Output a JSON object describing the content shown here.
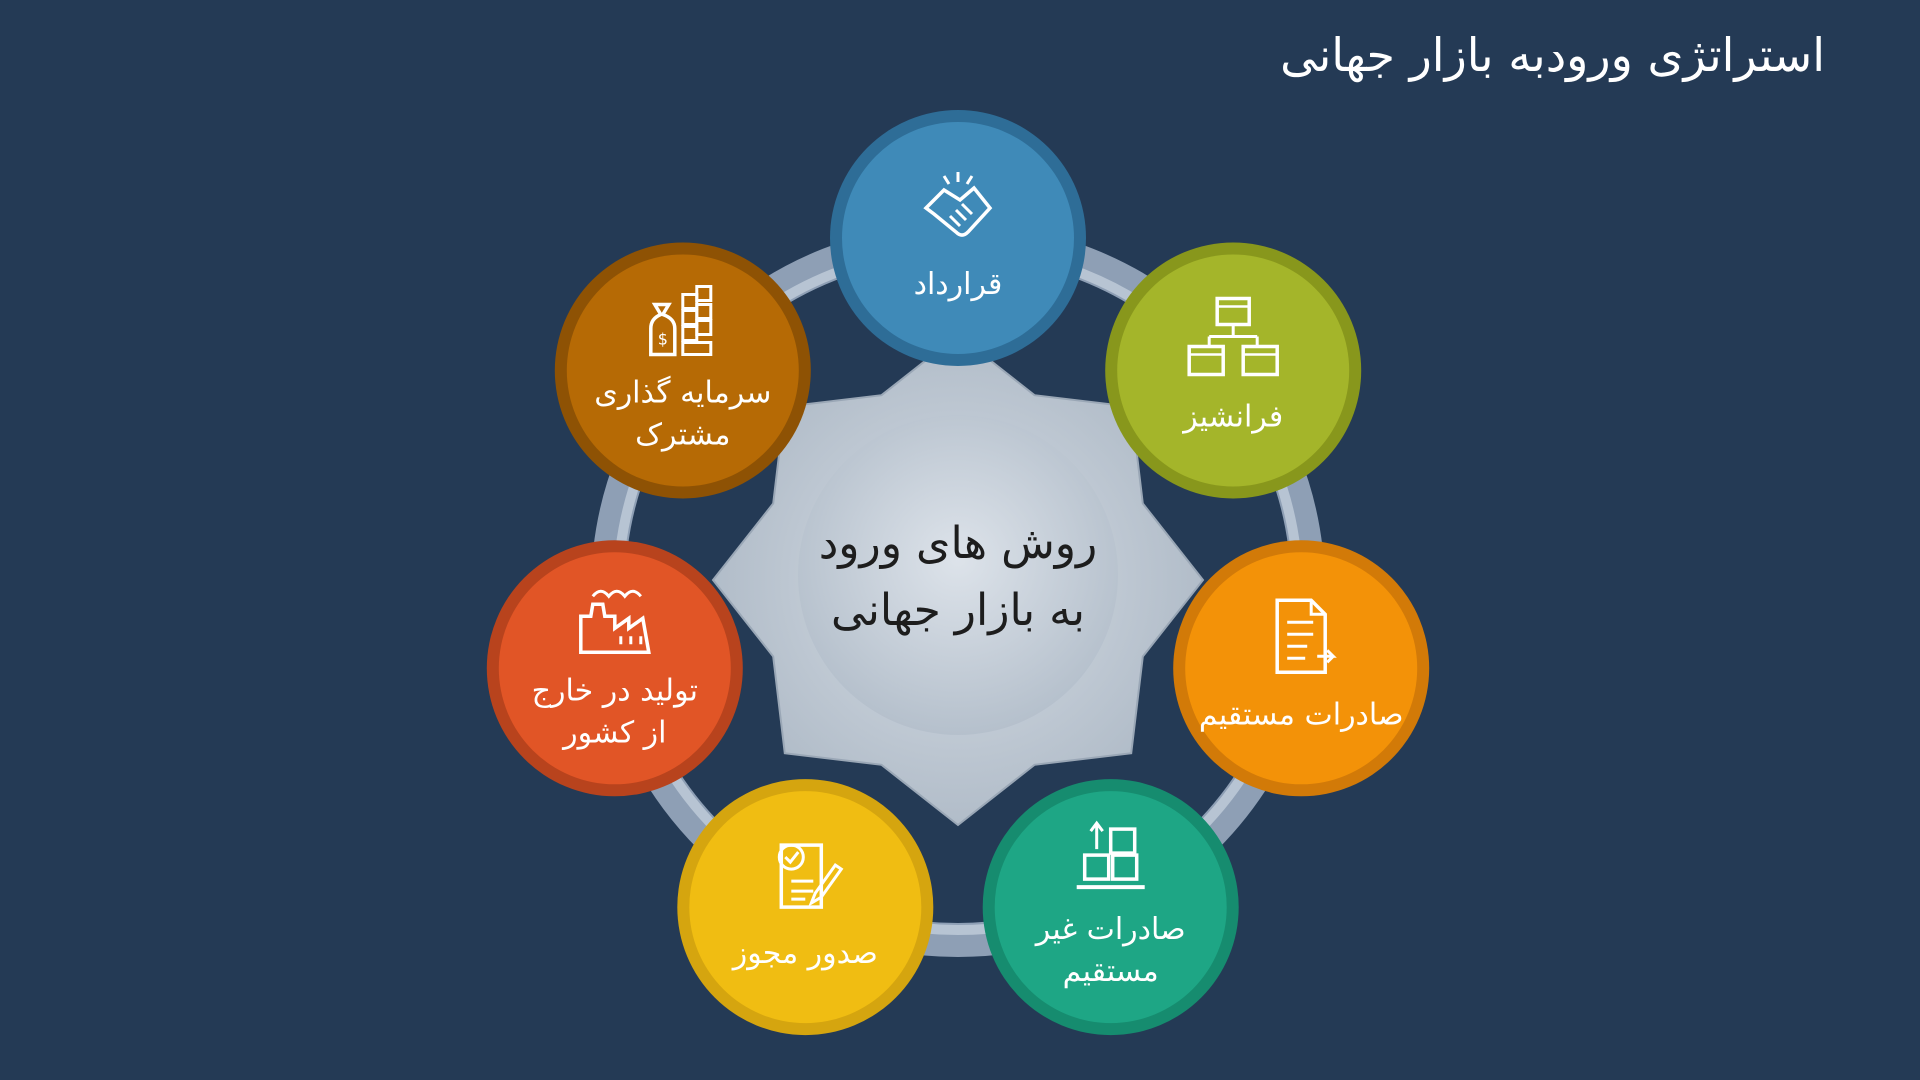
{
  "title": "استراتژی ورودبه بازار جهانی",
  "center": {
    "lines": [
      "روش های ورود",
      "به بازار جهانی"
    ]
  },
  "nodes": [
    {
      "id": "contract",
      "lines": [
        "قرارداد"
      ],
      "icon": "handshake-icon",
      "color": "#3f8ab8",
      "ring": "#2e6d97"
    },
    {
      "id": "franchise",
      "lines": [
        "فرانشیز"
      ],
      "icon": "franchise-stores-icon",
      "color": "#a4b52a",
      "ring": "#88971c"
    },
    {
      "id": "direct-export",
      "lines": [
        "صادرات مستقیم"
      ],
      "icon": "export-document-icon",
      "color": "#f39208",
      "ring": "#d27a08"
    },
    {
      "id": "indirect-export",
      "lines": [
        "صادرات غیر",
        "مستقیم"
      ],
      "icon": "boxes-export-icon",
      "color": "#1ea685",
      "ring": "#168c6f"
    },
    {
      "id": "licensing",
      "lines": [
        "صدور مجوز"
      ],
      "icon": "license-document-icon",
      "color": "#f0bd12",
      "ring": "#d5a50f"
    },
    {
      "id": "foreign-production",
      "lines": [
        "تولید در خارج",
        "از کشور"
      ],
      "icon": "factory-icon",
      "color": "#e15526",
      "ring": "#b8431d"
    },
    {
      "id": "joint-venture",
      "lines": [
        "سرمایه گذاری",
        "مشترک"
      ],
      "icon": "investment-money-icon",
      "color": "#b66a05",
      "ring": "#8e5204"
    }
  ]
}
